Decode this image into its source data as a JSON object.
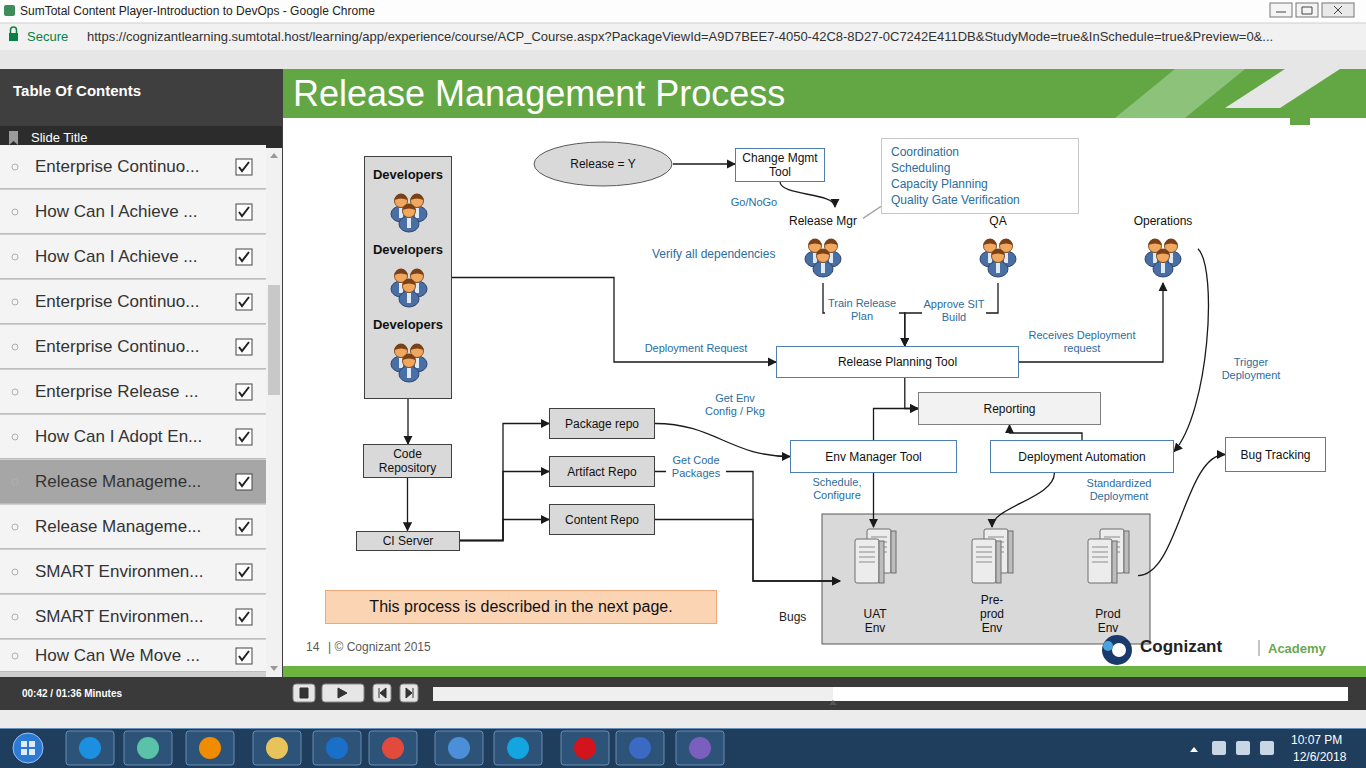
{
  "diagram": {
    "title": "Release Management Process",
    "nodes": [
      {
        "text": [
          "Release = Y"
        ]
      },
      {
        "text": [
          "Change Mgmt Tool"
        ]
      },
      {
        "text": [
          "Coordination",
          "Scheduling",
          "Capacity Planning",
          "Quality Gate Verification"
        ]
      },
      {
        "text": [
          "Developers",
          "Developers",
          "Developers"
        ]
      },
      {
        "text": [
          "Release Mgr"
        ]
      },
      {
        "text": [
          "QA"
        ]
      },
      {
        "text": [
          "Operations"
        ]
      },
      {
        "text": [
          "Release Planning Tool"
        ]
      },
      {
        "text": [
          "Reporting"
        ]
      },
      {
        "text": [
          "Env Manager Tool"
        ]
      },
      {
        "text": [
          "Deployment Automation"
        ]
      },
      {
        "text": [
          "Bug Tracking"
        ]
      },
      {
        "text": [
          "Code Repository"
        ]
      },
      {
        "text": [
          "CI Server"
        ]
      },
      {
        "text": [
          "Package repo"
        ]
      },
      {
        "text": [
          "Artifact Repo"
        ]
      },
      {
        "text": [
          "Content Repo"
        ]
      },
      {
        "text": [
          "UAT Env"
        ]
      },
      {
        "text": [
          "Pre-prod Env"
        ]
      },
      {
        "text": [
          "Prod Env"
        ]
      },
      {
        "text": [
          "This process is described in the next page."
        ]
      },
      {
        "text": [
          "Enterprise Continuo..."
        ]
      },
      {
        "text": [
          "How Can I Achieve ..."
        ]
      },
      {
        "text": [
          "How Can I Achieve ..."
        ]
      },
      {
        "text": [
          "Enterprise Continuo..."
        ]
      },
      {
        "text": [
          "Enterprise Continuo..."
        ]
      },
      {
        "text": [
          "Enterprise Release ..."
        ]
      },
      {
        "text": [
          "How Can I Adopt En..."
        ]
      },
      {
        "text": [
          "Release Manageme..."
        ]
      },
      {
        "text": [
          "Release Manageme..."
        ]
      },
      {
        "text": [
          "SMART Environmen..."
        ]
      },
      {
        "text": [
          "SMART Environmen..."
        ]
      },
      {
        "text": [
          "How Can We Move ..."
        ]
      }
    ],
    "edges": [
      {
        "from": 0,
        "to": 1,
        "arrow": "to"
      },
      {
        "from": 1,
        "to": 4,
        "label": "Go/NoGo",
        "arrow": "to"
      },
      {
        "from": 2,
        "to": 4,
        "arrow": "none"
      },
      {
        "from": 3,
        "to": 12,
        "arrow": "to"
      },
      {
        "from": 12,
        "to": 13,
        "arrow": "to"
      },
      {
        "from": 13,
        "to": 14,
        "arrow": "to"
      },
      {
        "from": 13,
        "to": 15,
        "arrow": "to"
      },
      {
        "from": 13,
        "to": 16,
        "arrow": "to"
      },
      {
        "from": 3,
        "to": 7,
        "label": "Deployment Request",
        "arrow": "to"
      },
      {
        "from": 4,
        "to": 7,
        "label": "Train Release Plan",
        "arrow": "to"
      },
      {
        "from": 5,
        "to": 7,
        "label": "Approve SIT Build",
        "arrow": "to"
      },
      {
        "from": 7,
        "to": 6,
        "label": "Receives Deployment request",
        "arrow": "to"
      },
      {
        "from": 6,
        "to": 10,
        "label": "Trigger Deployment",
        "arrow": "to"
      },
      {
        "from": 14,
        "to": 9,
        "label": "Get Env Config / Pkg",
        "arrow": "to"
      },
      {
        "from": 15,
        "to": 17,
        "label": "Get Code Packages",
        "arrow": "to"
      },
      {
        "from": 16,
        "to": 17,
        "arrow": "to"
      },
      {
        "from": 9,
        "to": 17,
        "label": "Schedule, Configure",
        "arrow": "to"
      },
      {
        "from": 7,
        "to": 8,
        "arrow": "to"
      },
      {
        "from": 9,
        "to": 8,
        "arrow": "to"
      },
      {
        "from": 10,
        "to": 8,
        "arrow": "to"
      },
      {
        "from": 10,
        "to": 18,
        "label": "Standardized Deployment",
        "arrow": "to"
      },
      {
        "from": 19,
        "to": 11,
        "arrow": "to"
      }
    ],
    "labels": [
      "SumTotal Content Player-Introduction to DevOps - Google Chrome",
      "Secure",
      "https://cognizantlearning.sumtotal.host/learning/app/experience/course/ACP_Course.aspx?PackageViewId=A9D7BEE7-4050-42C8-8D27-0C7242E411DB&StudyMode=true&InSchedule=true&Preview=0&...",
      "Table Of Contents",
      "Slide Title",
      "Verify all dependencies",
      "Bugs",
      "14",
      "| © Cognizant 2015",
      "Cognizant",
      "Academy",
      "00:42 / 01:36 Minutes",
      "10:07 PM",
      "12/6/2018"
    ]
  }
}
